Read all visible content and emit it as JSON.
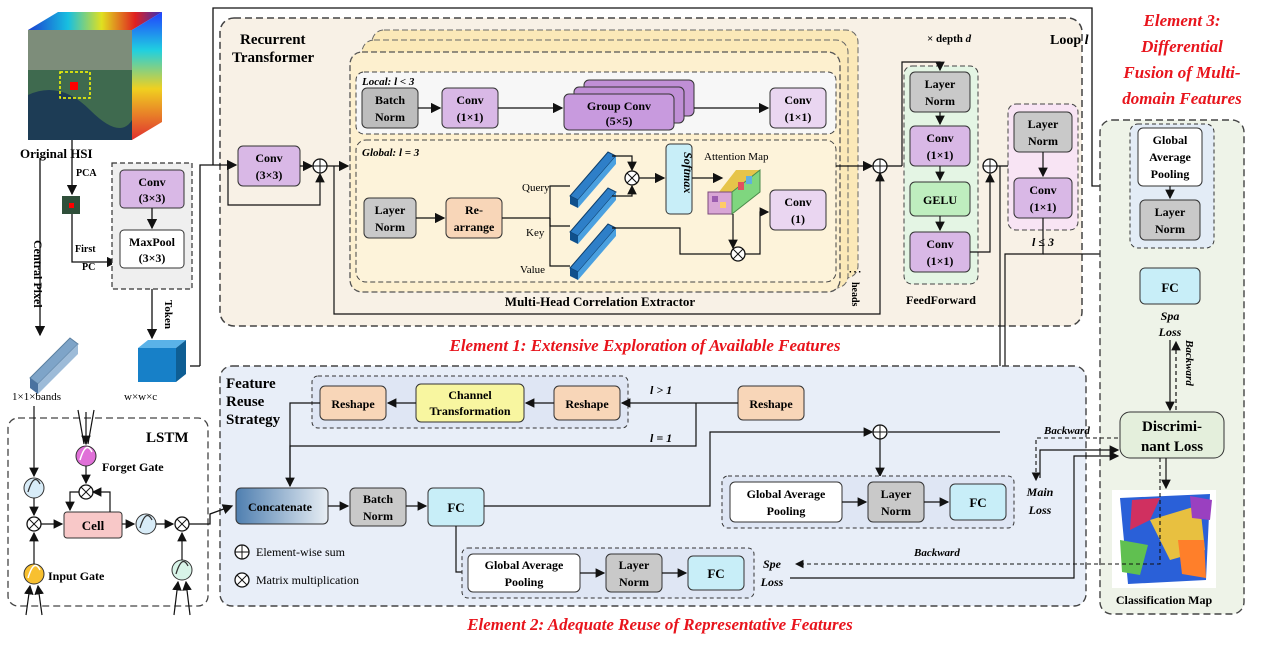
{
  "left": {
    "original_hsi": "Original HSI",
    "pca": "PCA",
    "first_pc_1": "First",
    "first_pc_2": "PC",
    "conv_3x3_1": "Conv",
    "conv_3x3_2": "(3×3)",
    "maxpool_1": "MaxPool",
    "maxpool_2": "(3×3)",
    "token": "Token",
    "central_pixel": "Central Pixel",
    "pixel_dims": "1×1×bands",
    "token_dims": "w×w×c"
  },
  "transformer": {
    "title_1": "Recurrent",
    "title_2": "Transformer",
    "conv_1": "Conv",
    "conv_2": "(3×3)",
    "depth": "× depth",
    "depth_var": "d",
    "loop": "Loop",
    "loop_var": "l",
    "local_label": "Local:",
    "local_cond": "l < 3",
    "global_label": "Global:",
    "global_cond": "l = 3",
    "batch_norm_1": "Batch",
    "batch_norm_2": "Norm",
    "conv1x1_1": "Conv",
    "conv1x1_2": "(1×1)",
    "group_conv_1": "Group Conv",
    "group_conv_2": "(5×5)",
    "conv1x1b_1": "Conv",
    "conv1x1b_2": "(1×1)",
    "layer_norm_1": "Layer",
    "layer_norm_2": "Norm",
    "rearrange_1": "Re-",
    "rearrange_2": "arrange",
    "query": "Query",
    "key": "Key",
    "value": "Value",
    "softmax": "Softmax",
    "attention_map": "Attention Map",
    "conv1_1": "Conv",
    "conv1_2": "(1)",
    "heads": "heads",
    "mhce": "Multi-Head Correlation Extractor",
    "ff_ln_1": "Layer",
    "ff_ln_2": "Norm",
    "ff_conv_1": "Conv",
    "ff_conv_2": "(1×1)",
    "gelu": "GELU",
    "ff_conv2_1": "Conv",
    "ff_conv2_2": "(1×1)",
    "feedforward": "FeedForward",
    "post_ln_1": "Layer",
    "post_ln_2": "Norm",
    "post_conv_1": "Conv",
    "post_conv_2": "(1×1)",
    "post_cond": "l ≤ 3"
  },
  "element1": "Element 1: Extensive Exploration of Available Features",
  "element2": "Element 2: Adequate Reuse of Representative Features",
  "element3_1": "Element 3:",
  "element3_2": "Differential",
  "element3_3": "Fusion of Multi-",
  "element3_4": "domain Features",
  "reuse": {
    "title_1": "Feature",
    "title_2": "Reuse",
    "title_3": "Strategy",
    "reshape_a": "Reshape",
    "channel_1": "Channel",
    "channel_2": "Transformation",
    "reshape_b": "Reshape",
    "reshape_c": "Reshape",
    "cond_gt": "l > 1",
    "cond_eq": "l = 1",
    "concatenate": "Concatenate",
    "batch_1": "Batch",
    "batch_2": "Norm",
    "fc": "FC",
    "gap_1": "Global Average",
    "gap_2": "Pooling",
    "ln_1": "Layer",
    "ln_2": "Norm",
    "fc2": "FC",
    "main_1": "Main",
    "main_2": "Loss",
    "gap2_1": "Global Average",
    "gap2_2": "Pooling",
    "ln2_1": "Layer",
    "ln2_2": "Norm",
    "fc3": "FC",
    "spe_1": "Spe",
    "spe_2": "Loss",
    "backward": "Backward",
    "legend_sum": "Element-wise sum",
    "legend_mul": "Matrix multiplication"
  },
  "lstm": {
    "title": "LSTM",
    "forget": "Forget Gate",
    "cell": "Cell",
    "input": "Input Gate"
  },
  "right": {
    "gap_1": "Global",
    "gap_2": "Average",
    "gap_3": "Pooling",
    "ln_1": "Layer",
    "ln_2": "Norm",
    "fc": "FC",
    "spa_1": "Spa",
    "spa_2": "Loss",
    "backward1": "Backward",
    "backward2": "Backward",
    "disc_1": "Discrimi-",
    "disc_2": "nant Loss",
    "class_map": "Classification Map"
  }
}
